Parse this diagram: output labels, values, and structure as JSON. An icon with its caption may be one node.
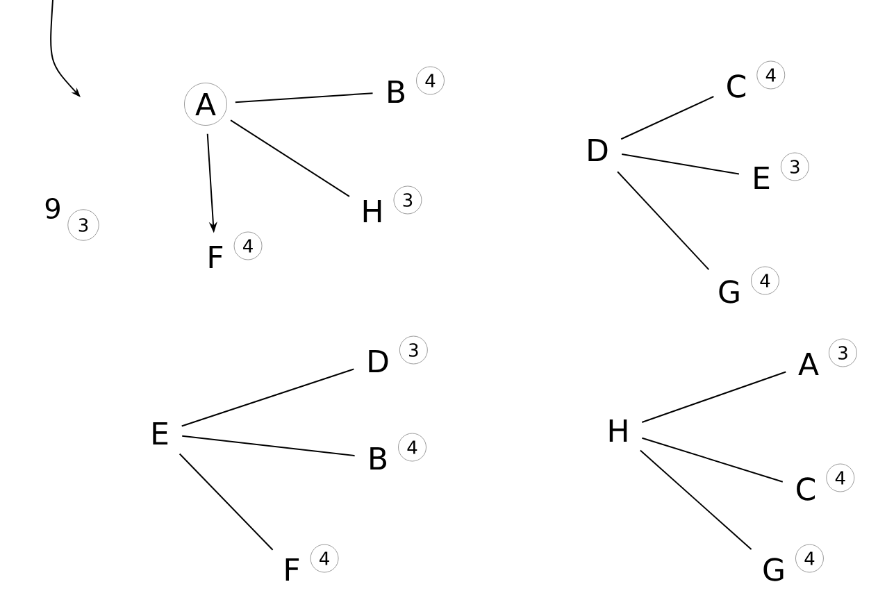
{
  "diagram": {
    "nodes": [
      {
        "text": [
          "A"
        ]
      },
      {
        "text": [
          "B"
        ],
        "beside": [
          "4"
        ]
      },
      {
        "text": [
          "H"
        ],
        "beside": [
          "3"
        ]
      },
      {
        "text": [
          "F"
        ],
        "beside": [
          "4"
        ]
      },
      {
        "text": [
          "D"
        ]
      },
      {
        "text": [
          "C"
        ],
        "beside": [
          "4"
        ]
      },
      {
        "text": [
          "E"
        ],
        "beside": [
          "3"
        ]
      },
      {
        "text": [
          "G"
        ],
        "beside": [
          "4"
        ]
      },
      {
        "text": [
          "E"
        ]
      },
      {
        "text": [
          "D"
        ],
        "beside": [
          "3"
        ]
      },
      {
        "text": [
          "B"
        ],
        "beside": [
          "4"
        ]
      },
      {
        "text": [
          "F"
        ],
        "beside": [
          "4"
        ]
      },
      {
        "text": [
          "H"
        ]
      },
      {
        "text": [
          "A"
        ],
        "beside": [
          "3"
        ]
      },
      {
        "text": [
          "C"
        ],
        "beside": [
          "4"
        ]
      },
      {
        "text": [
          "G"
        ],
        "beside": [
          "4"
        ]
      }
    ],
    "edges": [
      {
        "from": 0,
        "to": 1,
        "arrow": "none"
      },
      {
        "from": 0,
        "to": 2,
        "arrow": "none"
      },
      {
        "from": 0,
        "to": 3,
        "arrow": "to"
      },
      {
        "from": 4,
        "to": 5,
        "arrow": "none"
      },
      {
        "from": 4,
        "to": 6,
        "arrow": "none"
      },
      {
        "from": 4,
        "to": 7,
        "arrow": "none"
      },
      {
        "from": 8,
        "to": 9,
        "arrow": "none"
      },
      {
        "from": 8,
        "to": 10,
        "arrow": "none"
      },
      {
        "from": 8,
        "to": 11,
        "arrow": "none"
      },
      {
        "from": 12,
        "to": 13,
        "arrow": "none"
      },
      {
        "from": 12,
        "to": 14,
        "arrow": "none"
      },
      {
        "from": 12,
        "to": 15,
        "arrow": "none"
      }
    ],
    "labels": [
      "9",
      "3"
    ]
  }
}
